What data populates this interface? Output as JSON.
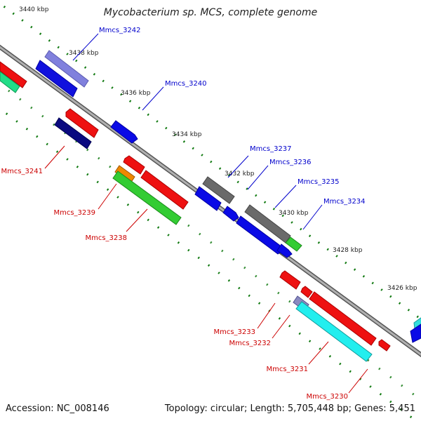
{
  "title": "Mycobacterium sp. MCS, complete genome",
  "footer": {
    "accession": "Accession: NC_008146",
    "stats": "Topology: circular; Length: 5,705,448 bp; Genes: 5,451"
  },
  "colors": {
    "backbone": "#8a8a8a",
    "forward_label": "#0000cc",
    "reverse_label": "#cc0000",
    "scale_tick": "#117a11"
  },
  "scale_labels": [
    "3440 kbp",
    "3438 kbp",
    "3436 kbp",
    "3434 kbp",
    "3432 kbp",
    "3430 kbp",
    "3428 kbp",
    "3426 kbp"
  ],
  "gene_labels": {
    "forward": [
      "Mmcs_3242",
      "Mmcs_3240",
      "Mmcs_3237",
      "Mmcs_3236",
      "Mmcs_3235",
      "Mmcs_3234"
    ],
    "reverse": [
      "Mmcs_3241",
      "Mmcs_3239",
      "Mmcs_3238",
      "Mmcs_3233",
      "Mmcs_3232",
      "Mmcs_3231",
      "Mmcs_3230"
    ]
  }
}
